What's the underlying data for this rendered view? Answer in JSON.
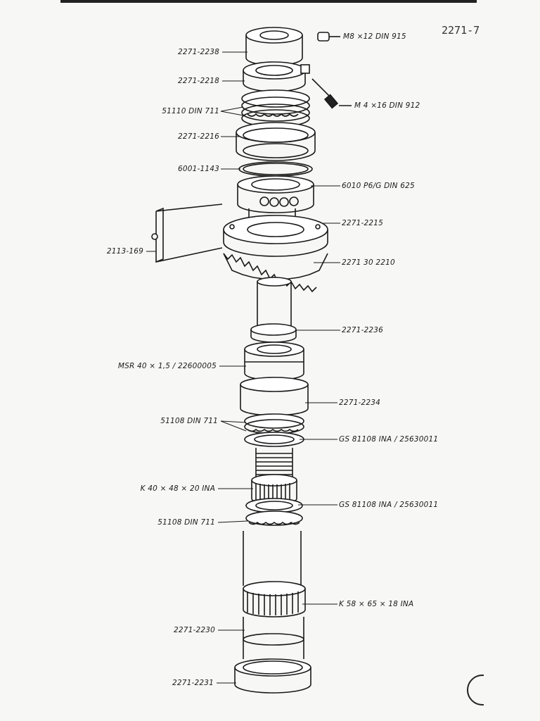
{
  "page_number": "2271-7",
  "labels": {
    "l2238": "2271-2238",
    "m8": "M8 ×12  DIN 915",
    "l2218": "2271-2218",
    "m4": "M 4 ×16 DIN 912",
    "l51110": "51110  DIN 711",
    "l2216": "2271-2216",
    "l1143": "6001-1143",
    "l6010": "6010  P6/G  DIN 625",
    "l2215": "2271-2215",
    "l169": "2113-169",
    "l2210": "2271 30 2210",
    "l2236": "2271-2236",
    "msr": "MSR 40 × 1,5 / 22600005",
    "l2234": "2271-2234",
    "l51108a": "51108  DIN 711",
    "gs1": "GS 81108  INA / 25630011",
    "k40": "K 40 × 48 × 20  INA",
    "gs2": "GS 81108  INA / 25630011",
    "l51108b": "51108 DIN 711",
    "k58": "K 58 × 65 × 18  INA",
    "l2230": "2271-2230",
    "l2231": "2271-2231"
  }
}
